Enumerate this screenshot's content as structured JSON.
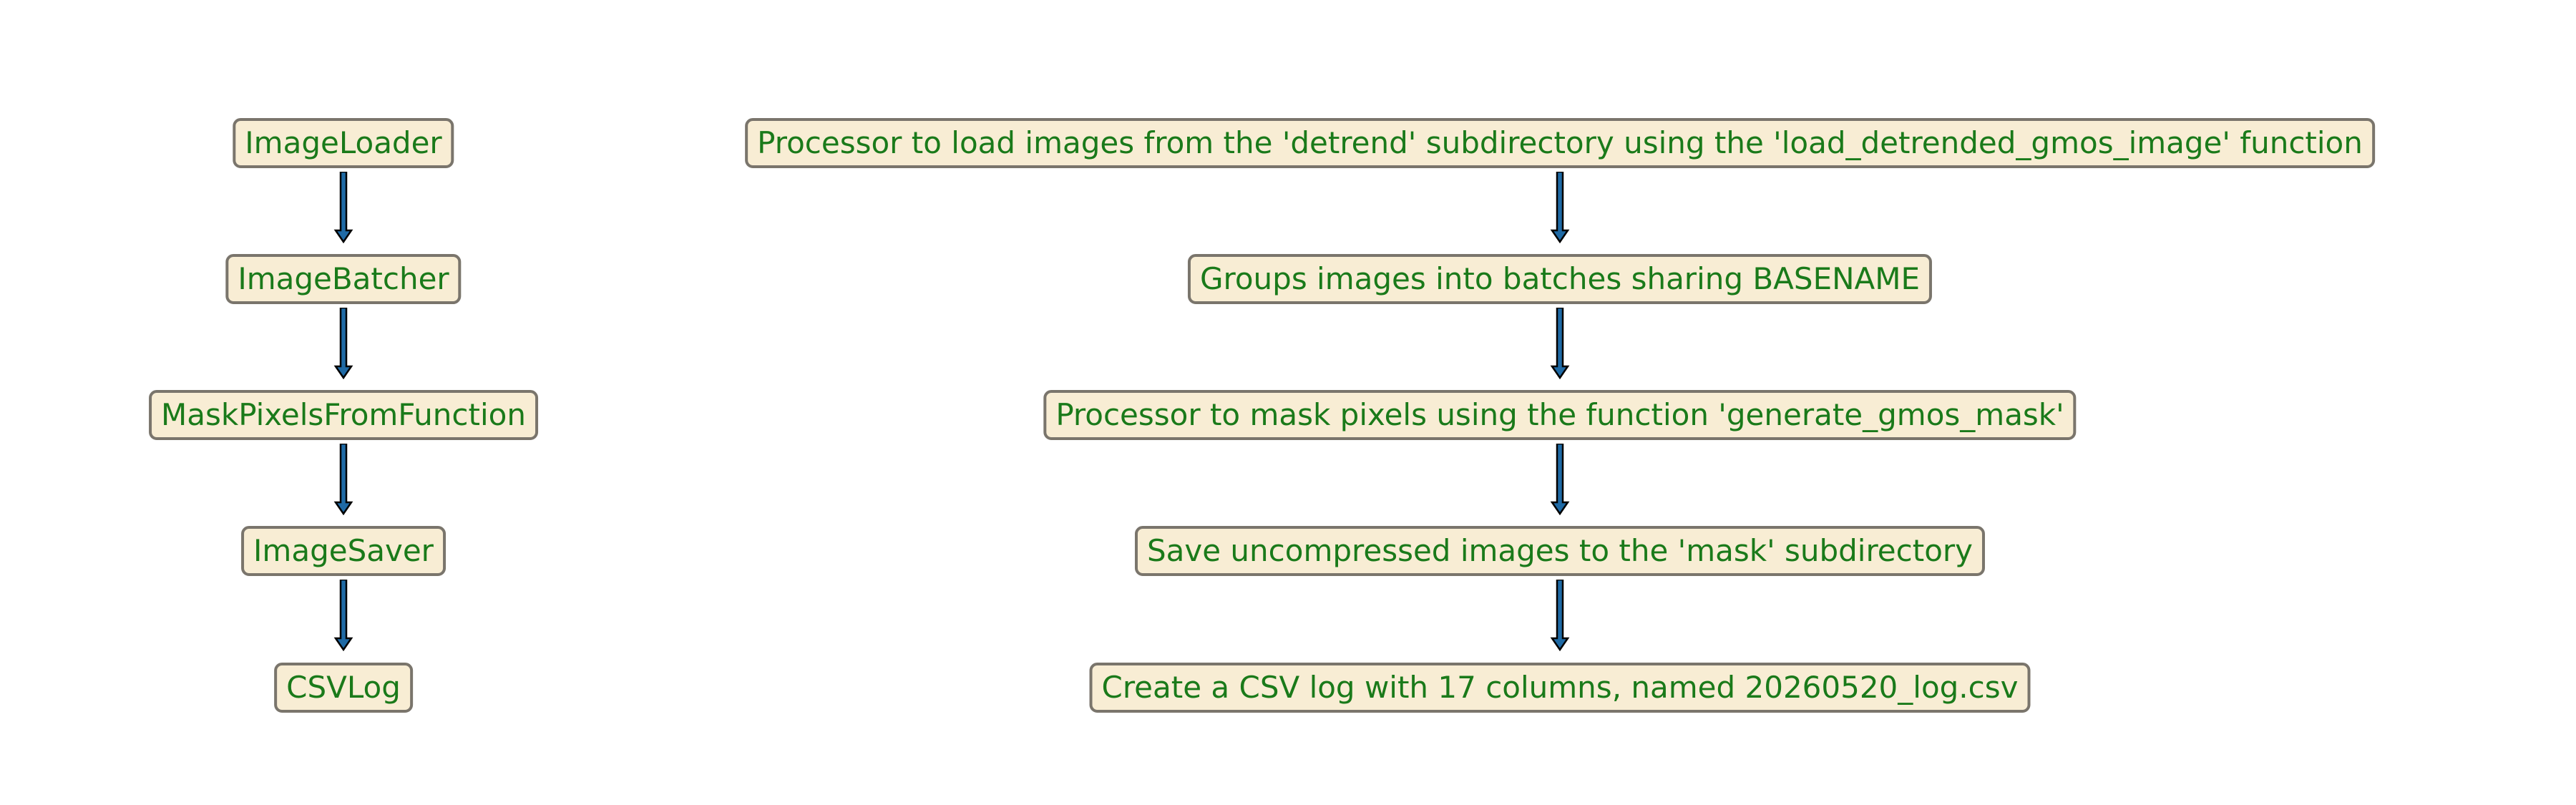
{
  "diagram": {
    "left_column": [
      "ImageLoader",
      "ImageBatcher",
      "MaskPixelsFromFunction",
      "ImageSaver",
      "CSVLog"
    ],
    "right_column": [
      "Processor to load images from the 'detrend' subdirectory using the 'load_detrended_gmos_image' function",
      "Groups images into batches sharing BASENAME",
      "Processor to mask pixels using the function 'generate_gmos_mask'",
      "Save uncompressed images to the 'mask' subdirectory",
      "Create a CSV log with 17 columns, named 20260520_log.csv"
    ],
    "edges": [
      {
        "from": 0,
        "to": 1
      },
      {
        "from": 1,
        "to": 2
      },
      {
        "from": 2,
        "to": 3
      },
      {
        "from": 3,
        "to": 4
      }
    ]
  },
  "colors": {
    "box_fill": "#f8edd4",
    "box_border": "#7a756c",
    "text": "#1a7a1a",
    "arrow_fill": "#1f6aa5",
    "arrow_outline": "#000000"
  }
}
